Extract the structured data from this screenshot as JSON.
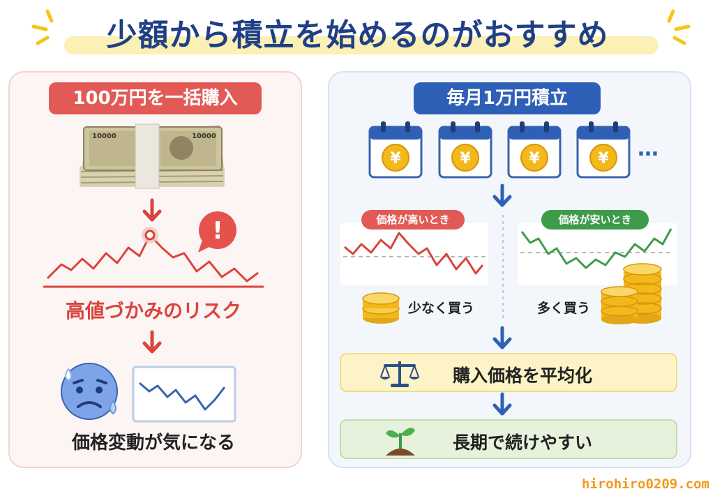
{
  "header": {
    "title": "少額から積立を始めるのがおすすめ"
  },
  "left": {
    "heading": "100万円を一括購入",
    "bill_label": "10000",
    "risk_label": "高値づかみのリスク",
    "worry_label": "価格変動が気になる",
    "alert_symbol": "!"
  },
  "right": {
    "heading": "毎月1万円積立",
    "yen_symbol": "¥",
    "ellipsis": "…",
    "high_tag": "価格が高いとき",
    "low_tag": "価格が安いとき",
    "buy_less": "少なく買う",
    "buy_more": "多く買う",
    "average_box": "購入価格を平均化",
    "longterm_box": "長期で続けやすい"
  },
  "footer": {
    "url": "hirohiro0209.com"
  },
  "colors": {
    "title": "#1f3f86",
    "red": "#e25a55",
    "blue": "#2f60b7",
    "green": "#3d9b4a",
    "gold": "#f3b81a",
    "url": "#f09a1e"
  }
}
